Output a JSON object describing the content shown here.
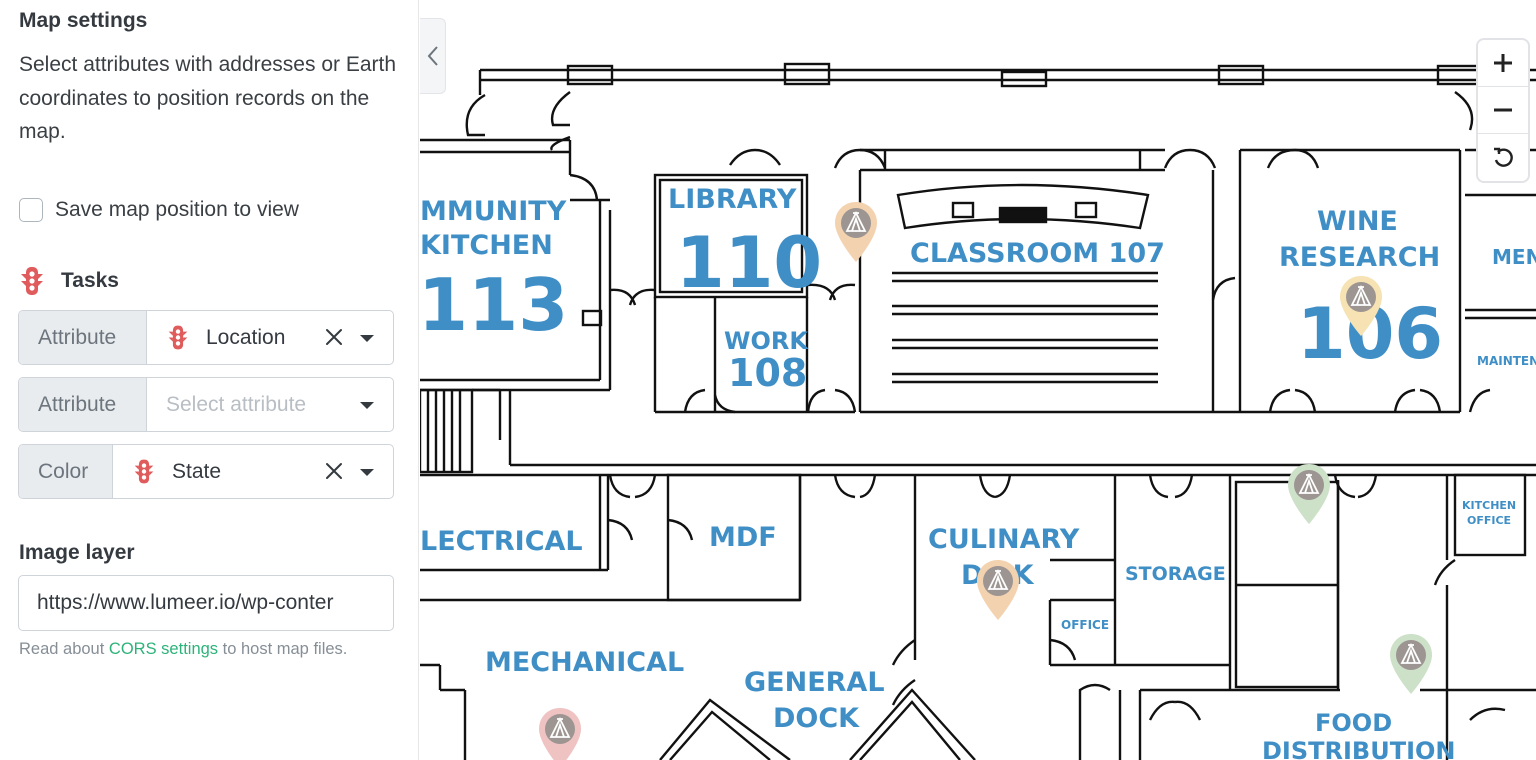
{
  "sidebar": {
    "map_settings": {
      "title": "Map settings",
      "description": "Select attributes with addresses or Earth coordinates to position records on the map."
    },
    "save_position": {
      "label": "Save map position to view",
      "checked": false
    },
    "tasks": {
      "label": "Tasks",
      "icon": "traffic-light-icon"
    },
    "attributes": [
      {
        "prefix": "Attribute",
        "value": "Location",
        "icon": "traffic-light-icon"
      },
      {
        "prefix": "Attribute",
        "placeholder": "Select attribute"
      },
      {
        "prefix": "Color",
        "value": "State",
        "icon": "traffic-light-icon"
      }
    ],
    "image_layer": {
      "title": "Image layer",
      "url": "https://www.lumeer.io/wp-conter",
      "help_before": "Read about",
      "help_link": "CORS settings",
      "help_after": "to host map files."
    }
  },
  "map": {
    "zoom_in": "+",
    "zoom_out": "−",
    "reset_icon": "rotate-reset-icon",
    "rooms": {
      "community_1": "MMUNITY",
      "community_2": "KITCHEN",
      "community_num": "113",
      "library": "LIBRARY",
      "library_num": "110",
      "classroom": "CLASSROOM 107",
      "work": "WORK",
      "work_num": "108",
      "wine_1": "WINE",
      "wine_2": "RESEARCH",
      "wine_num": "106",
      "men": "MEN",
      "mainten": "MAINTEN",
      "electrical": "LECTRICAL",
      "mdf": "MDF",
      "culinary_1": "CULINARY",
      "culinary_2": "D  CK",
      "office": "OFFICE",
      "storage": "STORAGE",
      "kitchen_office_1": "KITCHEN",
      "kitchen_office_2": "OFFICE",
      "mechanical": "MECHANICAL",
      "general_1": "GENERAL",
      "general_2": "DOCK",
      "food_1": "FOOD",
      "food_2": "DISTRIBUTION"
    },
    "colors": {
      "room_label": "#3f8fc6",
      "pin_orange": "#f3d2b0",
      "pin_yellow": "#f6e2b3",
      "pin_green": "#cde0c8",
      "pin_red": "#f0c3c3",
      "pin_icon_bg": "#9c9592"
    }
  }
}
